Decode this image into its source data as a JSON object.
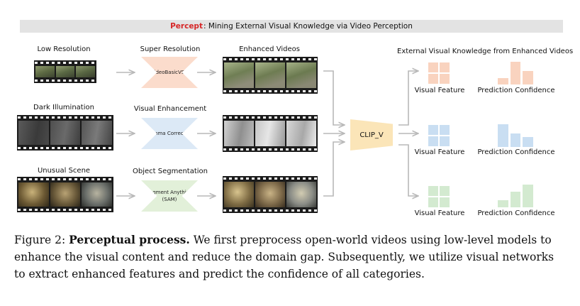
{
  "header": {
    "accent": "Percept",
    "rest": ": Mining External Visual Knowledge via Video Perception"
  },
  "rows": [
    {
      "input_label": "Low Resolution",
      "model_label": "Super Resolution",
      "model_name": "VideoBasicVSR",
      "model_color": "#fbdccc"
    },
    {
      "input_label": "Dark Illumination",
      "model_label": "Visual Enhancement",
      "model_name": "Gamma Correction",
      "model_color": "#dce9f6"
    },
    {
      "input_label": "Unusual Scene",
      "model_label": "Object Segmentation",
      "model_name": "Segment Anything\n(SAM)",
      "model_color": "#e2f0d9"
    }
  ],
  "enhanced_label": "Enhanced Videos",
  "clip_label": "CLIP_V",
  "knowledge_title": "External Visual Knowledge from Enhanced Videos",
  "outputs": [
    {
      "feature_label": "Visual Feature",
      "confidence_label": "Prediction Confidence",
      "color": "#f9d3bf",
      "bars": [
        0.25,
        0.95,
        0.55
      ]
    },
    {
      "feature_label": "Visual Feature",
      "confidence_label": "Prediction Confidence",
      "color": "#c9def2",
      "bars": [
        0.95,
        0.55,
        0.4
      ]
    },
    {
      "feature_label": "Visual Feature",
      "confidence_label": "Prediction Confidence",
      "color": "#d3ead0",
      "bars": [
        0.3,
        0.65,
        0.95
      ]
    }
  ],
  "caption": {
    "prefix": "Figure 2: ",
    "bold": "Perceptual process.",
    "text": " We first preprocess open-world videos using low-level models to enhance the visual content and reduce the domain gap. Subsequently, we utilize visual networks to extract enhanced features and predict the confidence of all categories."
  }
}
